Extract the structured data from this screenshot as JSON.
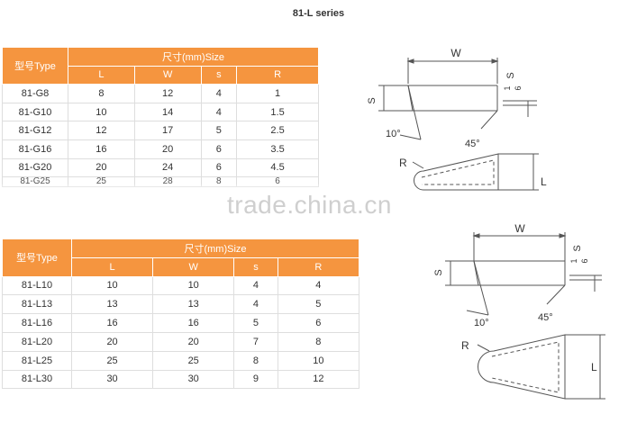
{
  "page_title": "81-L series",
  "watermark": "trade.china.cn",
  "table_g": {
    "type_header": "型号Type",
    "size_header": "尺寸(mm)Size",
    "columns": [
      "L",
      "W",
      "s",
      "R"
    ],
    "rows": [
      [
        "81-G8",
        "8",
        "12",
        "4",
        "1"
      ],
      [
        "81-G10",
        "10",
        "14",
        "4",
        "1.5"
      ],
      [
        "81-G12",
        "12",
        "17",
        "5",
        "2.5"
      ],
      [
        "81-G16",
        "16",
        "20",
        "6",
        "3.5"
      ],
      [
        "81-G20",
        "20",
        "24",
        "6",
        "4.5"
      ],
      [
        "81-G25",
        "25",
        "28",
        "8",
        "6"
      ]
    ]
  },
  "table_l": {
    "type_header": "型号Type",
    "size_header": "尺寸(mm)Size",
    "columns": [
      "L",
      "W",
      "s",
      "R"
    ],
    "rows": [
      [
        "81-L10",
        "10",
        "10",
        "4",
        "4"
      ],
      [
        "81-L13",
        "13",
        "13",
        "4",
        "5"
      ],
      [
        "81-L16",
        "16",
        "16",
        "5",
        "6"
      ],
      [
        "81-L20",
        "20",
        "20",
        "7",
        "8"
      ],
      [
        "81-L25",
        "25",
        "25",
        "8",
        "10"
      ],
      [
        "81-L30",
        "30",
        "30",
        "9",
        "12"
      ]
    ]
  },
  "drawing_top": {
    "w_label": "W",
    "s_label": "S",
    "fraction_num": "1",
    "fraction_den": "6",
    "fraction_s": "S",
    "angle1": "10°",
    "angle2": "45°",
    "r_label": "R",
    "l_label": "L"
  },
  "drawing_bottom": {
    "w_label": "W",
    "s_label": "S",
    "fraction_num": "1",
    "fraction_den": "6",
    "fraction_s": "S",
    "angle1": "10°",
    "angle2": "45°",
    "r_label": "R",
    "l_label": "L"
  }
}
